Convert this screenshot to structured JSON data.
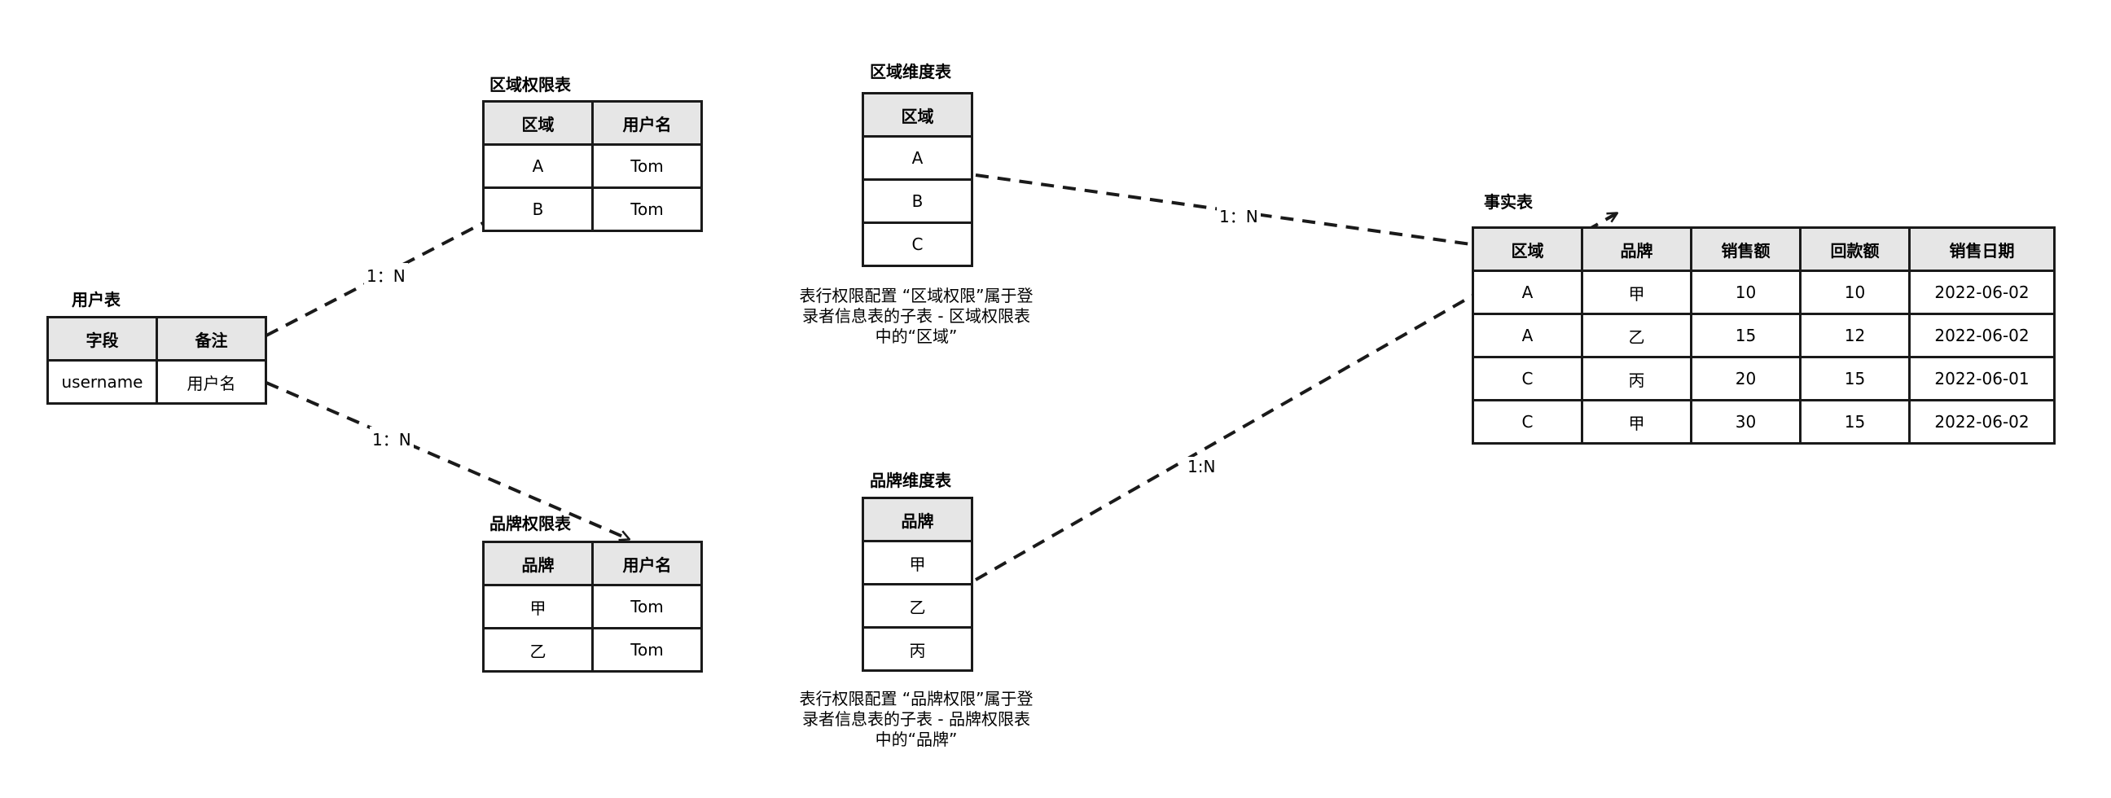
{
  "user_table": {
    "title": "用户表",
    "headers": [
      "字段",
      "备注"
    ],
    "rows": [
      [
        "username",
        "用户名"
      ]
    ]
  },
  "region_perm_table": {
    "title": "区域权限表",
    "headers": [
      "区域",
      "用户名"
    ],
    "rows": [
      [
        "A",
        "Tom"
      ],
      [
        "B",
        "Tom"
      ]
    ]
  },
  "brand_perm_table": {
    "title": "品牌权限表",
    "headers": [
      "品牌",
      "用户名"
    ],
    "rows": [
      [
        "甲",
        "Tom"
      ],
      [
        "乙",
        "Tom"
      ]
    ]
  },
  "region_dim_table": {
    "title": "区域维度表",
    "headers": [
      "区域"
    ],
    "rows": [
      [
        "A"
      ],
      [
        "B"
      ],
      [
        "C"
      ]
    ],
    "note": "表行权限配置 “区域权限”属于登录者信息表的子表 - 区域权限表 中的“区域”"
  },
  "brand_dim_table": {
    "title": "品牌维度表",
    "headers": [
      "品牌"
    ],
    "rows": [
      [
        "甲"
      ],
      [
        "乙"
      ],
      [
        "丙"
      ]
    ],
    "note": "表行权限配置 “品牌权限”属于登录者信息表的子表 - 品牌权限表 中的“品牌”"
  },
  "fact_table": {
    "title": "事实表",
    "headers": [
      "区域",
      "品牌",
      "销售额",
      "回款额",
      "销售日期"
    ],
    "rows": [
      [
        "A",
        "甲",
        "10",
        "10",
        "2022-06-02"
      ],
      [
        "A",
        "乙",
        "15",
        "12",
        "2022-06-02"
      ],
      [
        "C",
        "丙",
        "20",
        "15",
        "2022-06-01"
      ],
      [
        "C",
        "甲",
        "30",
        "15",
        "2022-06-02"
      ]
    ]
  },
  "relations": {
    "user_to_region": "1：N",
    "user_to_brand": "1：N",
    "region_dim_to_fact": "1：N",
    "brand_dim_to_fact": "1:N"
  }
}
